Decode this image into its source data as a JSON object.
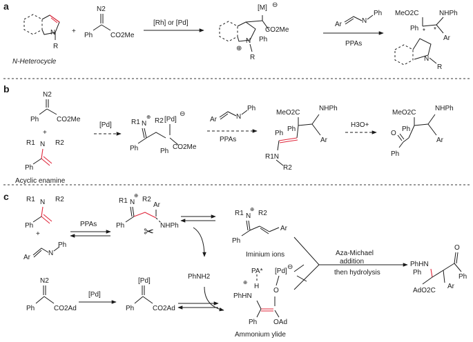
{
  "panels": {
    "a": "a",
    "b": "b",
    "c": "c"
  },
  "a": {
    "n2": "N2",
    "r": "R",
    "plus": "+",
    "ph": "Ph",
    "co2me": "CO2Me",
    "heterocycle_label": "N-Heterocycle",
    "catalyst": "[Rh] or [Pd]",
    "metal": "[M]",
    "charge_minus": "⊖",
    "charge_plus": "⊕",
    "n": "N",
    "imine_ar": "Ar",
    "imine_n": "N",
    "imine_ph": "Ph",
    "ppas": "PPAs",
    "product_meo2c": "MeO2C",
    "product_nhph": "NHPh",
    "product_ar": "Ar",
    "star": "*"
  },
  "b": {
    "n2": "N2",
    "ph": "Ph",
    "co2me": "CO2Me",
    "plus": "+",
    "r1": "R1",
    "r2": "R2",
    "n": "N",
    "enamine_label": "Acyclic enamine",
    "catalyst": "[Pd]",
    "pd": "[Pd]",
    "ppas": "PPAs",
    "ar": "Ar",
    "meo2c": "MeO2C",
    "nhph": "NHPh",
    "h3o": "H3O+",
    "o": "O",
    "r1n": "R1N"
  },
  "c": {
    "r1": "R1",
    "r2": "R2",
    "n": "N",
    "ph": "Ph",
    "plus": "+",
    "ar": "Ar",
    "ppas": "PPAs",
    "nhph": "NHPh",
    "n2": "N2",
    "co2ad": "CO2Ad",
    "catalyst": "[Pd]",
    "pd": "[Pd]",
    "phnh2": "PhNH2",
    "iminium_label": "Iminium  ions",
    "ylide_label": "Ammonium ylide",
    "pa": "PA*",
    "h": "H",
    "phhn": "PhHN",
    "oad": "OAd",
    "o": "O",
    "aza": "Aza-Michael",
    "addition": "addition",
    "hydrolysis": "then hydrolysis",
    "product_phhn": "PhHN",
    "product_ado2c": "AdO2C",
    "product_o": "O"
  }
}
